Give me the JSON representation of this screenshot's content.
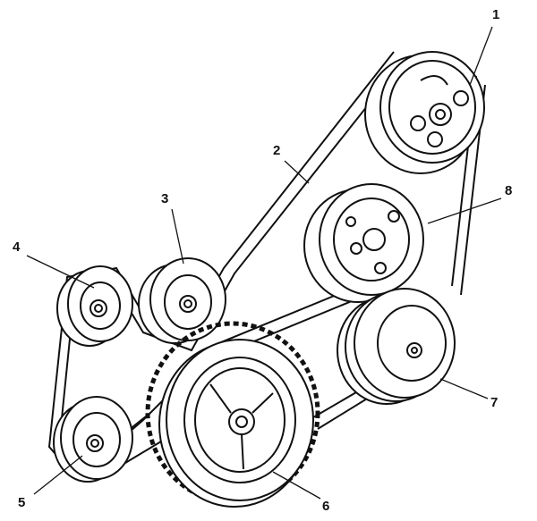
{
  "diagram": {
    "callouts": [
      {
        "id": "1"
      },
      {
        "id": "2"
      },
      {
        "id": "3"
      },
      {
        "id": "4"
      },
      {
        "id": "5"
      },
      {
        "id": "6"
      },
      {
        "id": "7"
      },
      {
        "id": "8"
      }
    ],
    "stroke_color": "#111111",
    "fill_color": "#ffffff"
  }
}
